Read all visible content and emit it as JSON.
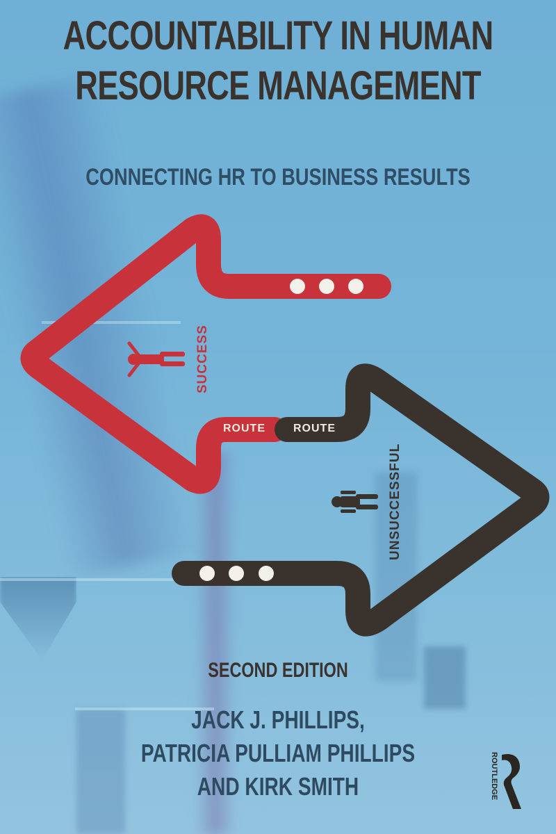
{
  "book": {
    "title_line_1": "ACCOUNTABILITY IN HUMAN",
    "title_line_2": "RESOURCE MANAGEMENT",
    "subtitle": "CONNECTING HR TO BUSINESS RESULTS",
    "edition": "SECOND EDITION",
    "authors": [
      "JACK J. PHILLIPS,",
      "PATRICIA PULLIAM PHILLIPS",
      "AND KIRK SMITH"
    ],
    "publisher": "ROUTLEDGE"
  },
  "illustration": {
    "success_arrow": {
      "label": "SUCCESS",
      "route_label": "ROUTE",
      "color": "#c8323a",
      "icon": "person-arms-raised-icon",
      "dots": 3
    },
    "unsuccessful_arrow": {
      "label": "UNSUCCESSFUL",
      "route_label": "ROUTE",
      "color": "#3a322c",
      "icon": "person-standing-icon",
      "dots": 3
    }
  },
  "colors": {
    "background": "#74b4d8",
    "title_text": "#3a322c",
    "subtitle_text": "#2f4d64",
    "author_text": "#2d4a60",
    "red": "#c8323a",
    "dark": "#3a322c",
    "dot": "#f3efe9"
  }
}
